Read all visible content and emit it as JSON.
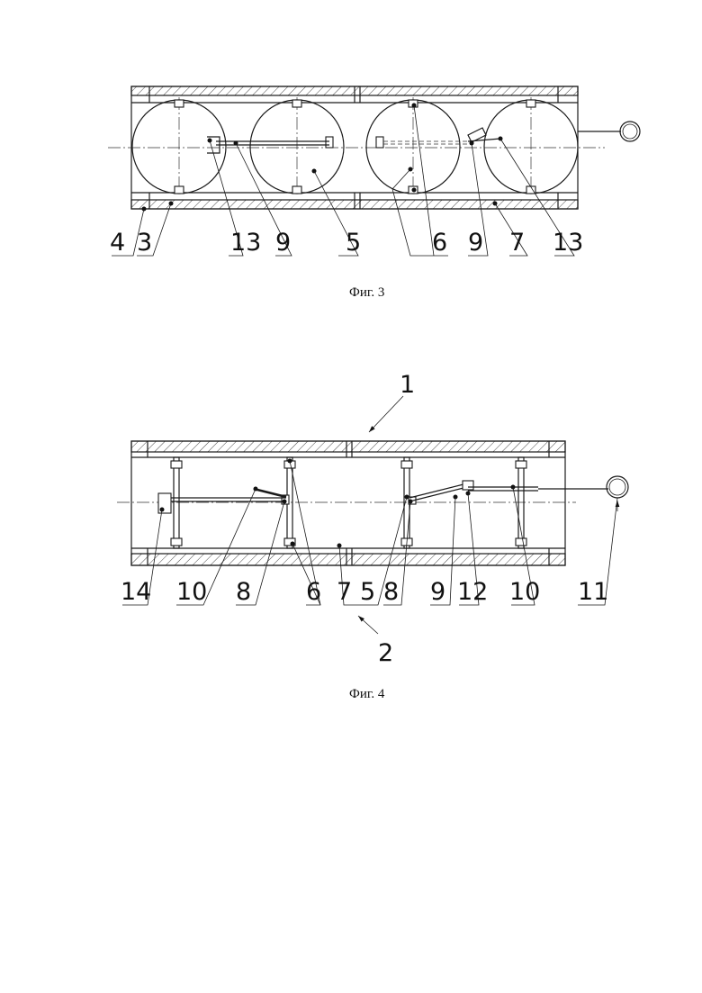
{
  "figures": [
    {
      "caption": "Фиг. 3",
      "labels": [
        "4",
        "3",
        "13",
        "9",
        "5",
        "6",
        "9",
        "7",
        "13"
      ]
    },
    {
      "caption": "Фиг. 4",
      "top_label": "1",
      "bottom_label": "2",
      "labels": [
        "14",
        "10",
        "8",
        "6",
        "7",
        "5",
        "8",
        "9",
        "12",
        "10",
        "11"
      ]
    }
  ]
}
